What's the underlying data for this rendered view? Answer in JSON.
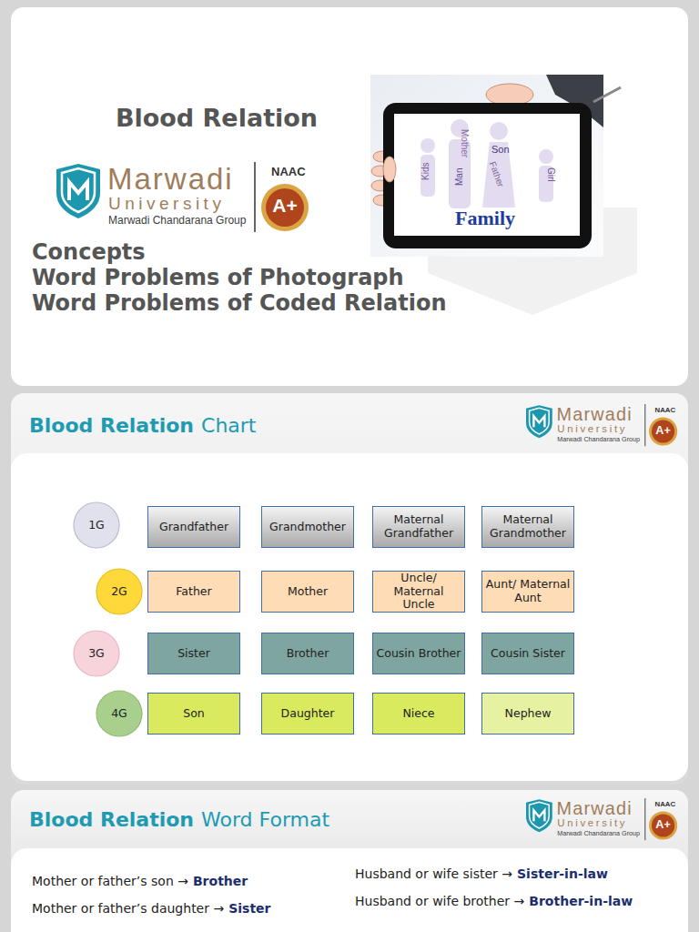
{
  "diagram": {
    "title": "Blood Relation",
    "nodes": [
      {
        "text": [
          "1G"
        ]
      },
      {
        "text": [
          "Grandfather"
        ]
      },
      {
        "text": [
          "Grandmother"
        ]
      },
      {
        "text": [
          "Maternal Grandfather"
        ]
      },
      {
        "text": [
          "Maternal Grandmother"
        ]
      },
      {
        "text": [
          "2G"
        ]
      },
      {
        "text": [
          "Father"
        ]
      },
      {
        "text": [
          "Mother"
        ]
      },
      {
        "text": [
          "Uncle/ Maternal Uncle"
        ]
      },
      {
        "text": [
          "Aunt/ Maternal Aunt"
        ]
      },
      {
        "text": [
          "3G"
        ]
      },
      {
        "text": [
          "Sister"
        ]
      },
      {
        "text": [
          "Brother"
        ]
      },
      {
        "text": [
          "Cousin Brother"
        ]
      },
      {
        "text": [
          "Cousin Sister"
        ]
      },
      {
        "text": [
          "4G"
        ]
      },
      {
        "text": [
          "Son"
        ]
      },
      {
        "text": [
          "Daughter"
        ]
      },
      {
        "text": [
          "Niece"
        ]
      },
      {
        "text": [
          "Nephew"
        ]
      }
    ],
    "labels": [
      "Marwadi",
      "University",
      "Marwadi Chandarana Group",
      "NAAC",
      "A+",
      "Concepts",
      "Word Problems of Photograph",
      "Word Problems of Coded Relation",
      "Family",
      "Kids",
      "Man",
      "Mother",
      "Son",
      "Father",
      "Girl",
      "Blood Relation",
      "Chart",
      "Marwadi",
      "University",
      "Marwadi Chandarana Group",
      "NAAC",
      "A+",
      "Blood Relation",
      "Word Format",
      "Marwadi",
      "University",
      "Marwadi Chandarana Group",
      "NAAC",
      "A+",
      "Mother or father’s son →",
      "Brother",
      "Mother or father’s daughter →",
      "Sister",
      "Husband or wife sister →",
      "Sister-in-law",
      "Husband or wife brother →",
      "Brother-in-law"
    ]
  }
}
